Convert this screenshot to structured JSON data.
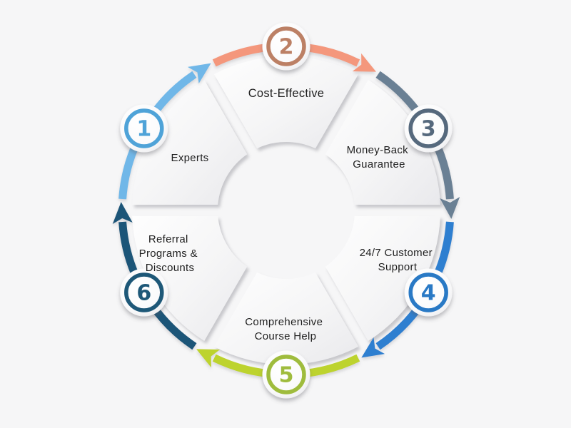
{
  "diagram": {
    "type": "cycle-infographic",
    "background": "#f6f6f7",
    "text_color": "#1f1f1f",
    "direction": "clockwise",
    "items": [
      {
        "number": "1",
        "label": "Experts",
        "lines": [
          "Experts"
        ],
        "ring_color": "#4fa3d8",
        "arc_color": "#70b7e8"
      },
      {
        "number": "2",
        "label": "Cost-Effective",
        "lines": [
          "Cost-Effective"
        ],
        "ring_color": "#bc8065",
        "arc_color": "#f4977b"
      },
      {
        "number": "3",
        "label": "Money-Back Guarantee",
        "lines": [
          "Money-Back",
          "Guarantee"
        ],
        "ring_color": "#56697d",
        "arc_color": "#6b8094"
      },
      {
        "number": "4",
        "label": "24/7 Customer Support",
        "lines": [
          "24/7 Customer",
          "Support"
        ],
        "ring_color": "#2979c5",
        "arc_color": "#2e7fd0"
      },
      {
        "number": "5",
        "label": "Comprehensive Course Help",
        "lines": [
          "Comprehensive",
          "Course Help"
        ],
        "ring_color": "#9fbc3d",
        "arc_color": "#bdd32f"
      },
      {
        "number": "6",
        "label": "Referral Programs & Discounts",
        "lines": [
          "Referral",
          "Programs &",
          "Discounts"
        ],
        "ring_color": "#1e5878",
        "arc_color": "#1b5578"
      }
    ]
  }
}
